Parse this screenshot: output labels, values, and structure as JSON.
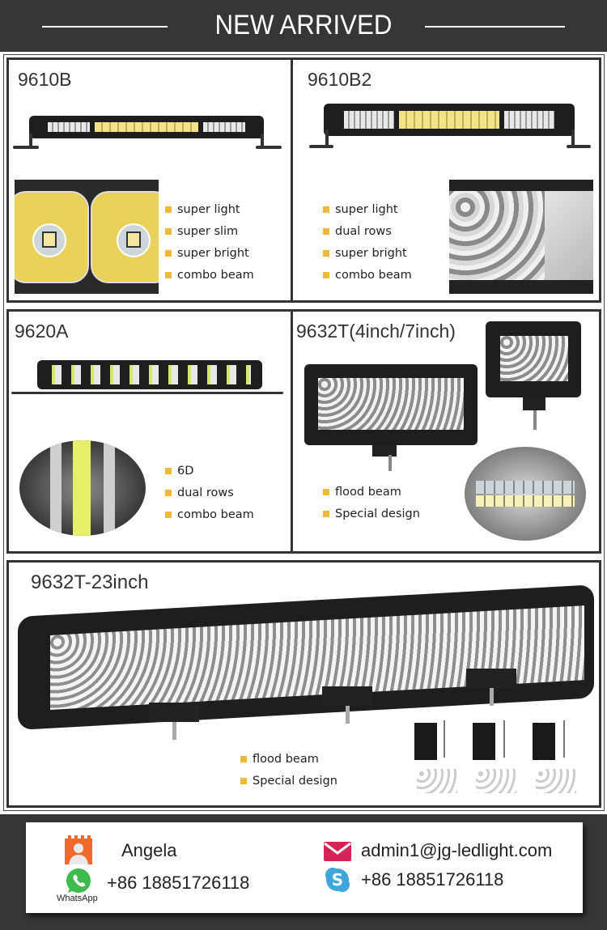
{
  "header": {
    "title": "NEW ARRIVED"
  },
  "products": [
    {
      "model": "9610B",
      "features": [
        "super light",
        "super slim",
        "super bright",
        "combo beam"
      ]
    },
    {
      "model": "9610B2",
      "features": [
        "super light",
        "dual rows",
        "super bright",
        "combo beam"
      ]
    },
    {
      "model": "9620A",
      "features": [
        "6D",
        "dual rows",
        "combo beam"
      ]
    },
    {
      "model": "9632T(4inch/7inch)",
      "features": [
        "flood beam",
        "Special design"
      ]
    },
    {
      "model": "9632T-23inch",
      "features": [
        "flood beam",
        "Special design"
      ]
    }
  ],
  "contact": {
    "name": "Angela",
    "whatsapp_label": "WhatsApp",
    "whatsapp_phone": "+86 18851726118",
    "email": "admin1@jg-ledlight.com",
    "skype_phone": "+86 18851726118"
  },
  "colors": {
    "header_bg": "#363636",
    "bullet": "#f0b93a",
    "email_icon": "#d6245a",
    "skype_icon": "#3ea6db",
    "whatsapp_icon": "#3dbb4c",
    "avatar_icon": "#ee6a2f"
  }
}
